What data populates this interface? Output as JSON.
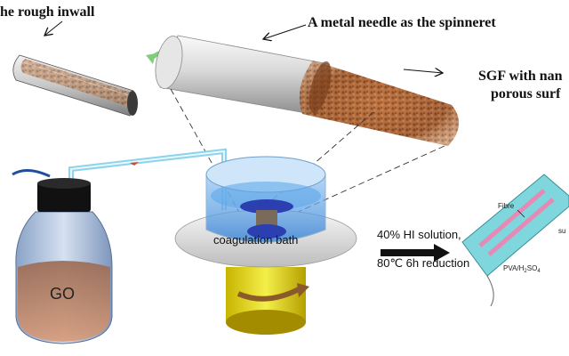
{
  "labels": {
    "rough_inwall": "he rough inwall",
    "needle": "A metal needle as the spinneret",
    "sgf_line1": "SGF with nan",
    "sgf_line2": "porous surf",
    "coag_bath": "coagulation bath",
    "go": "GO",
    "hi_line1": "40% HI solution,",
    "hi_line2": "80℃ 6h reduction",
    "fibre": "Fibre",
    "pva": "PVA/H",
    "pva_sub2": "2",
    "pva_so": "SO",
    "pva_sub4": "4",
    "su": "su"
  },
  "colors": {
    "bath_blue": "#4f9be6",
    "cap_black": "#111111",
    "fiber_brown": "#a4562c",
    "pipe_blue": "#8cd3ec",
    "flow_arrow_red": "#d6452f",
    "rotation_arrow": "#8a5a2a",
    "device_cyan": "#7fd6dc",
    "device_pink": "#e58ab4"
  }
}
